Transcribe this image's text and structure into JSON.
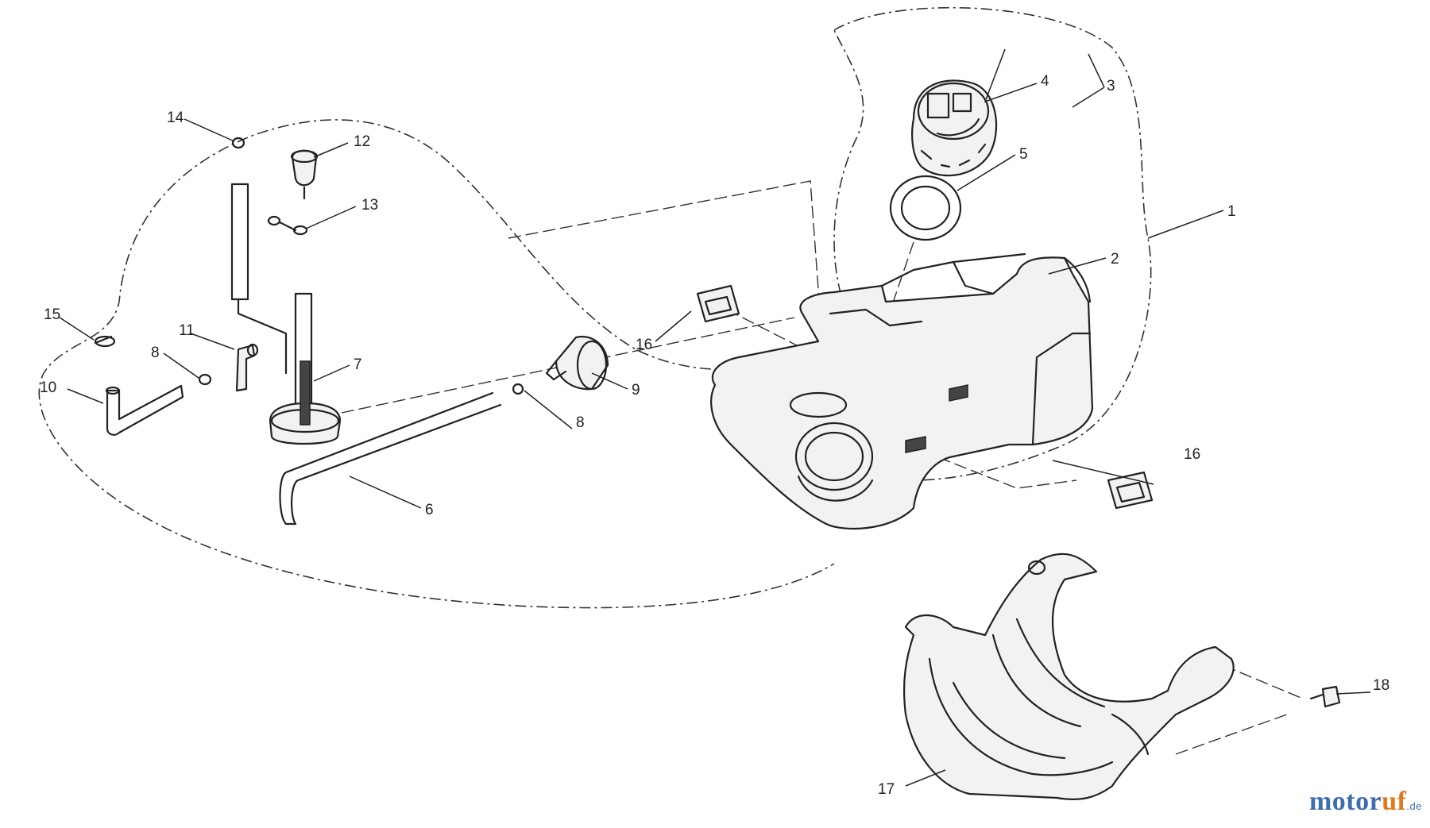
{
  "callouts": [
    {
      "id": "c1",
      "label": "1"
    },
    {
      "id": "c2",
      "label": "2"
    },
    {
      "id": "c3",
      "label": "3"
    },
    {
      "id": "c4",
      "label": "4"
    },
    {
      "id": "c5",
      "label": "5"
    },
    {
      "id": "c6",
      "label": "6"
    },
    {
      "id": "c7",
      "label": "7"
    },
    {
      "id": "c8a",
      "label": "8"
    },
    {
      "id": "c8b",
      "label": "8"
    },
    {
      "id": "c9",
      "label": "9"
    },
    {
      "id": "c10",
      "label": "10"
    },
    {
      "id": "c11",
      "label": "11"
    },
    {
      "id": "c12",
      "label": "12"
    },
    {
      "id": "c13",
      "label": "13"
    },
    {
      "id": "c14",
      "label": "14"
    },
    {
      "id": "c15",
      "label": "15"
    },
    {
      "id": "c16a",
      "label": "16"
    },
    {
      "id": "c16b",
      "label": "16"
    },
    {
      "id": "c17",
      "label": "17"
    },
    {
      "id": "c18",
      "label": "18"
    }
  ],
  "watermark": {
    "part1": "motor",
    "part2": "uf",
    "suffix": ".de"
  }
}
